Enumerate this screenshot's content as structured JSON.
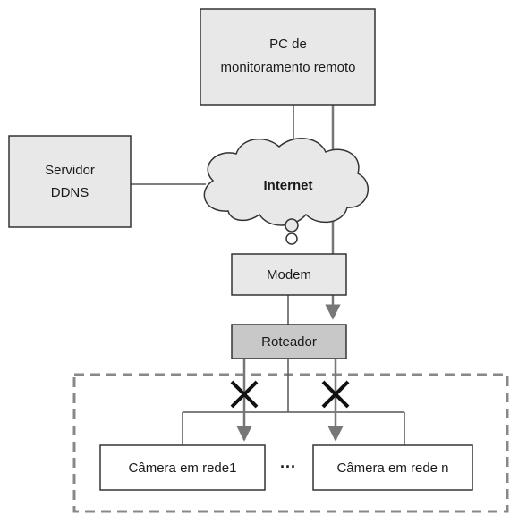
{
  "diagram": {
    "pc": {
      "line1": "PC de",
      "line2": "monitoramento remoto"
    },
    "ddns": {
      "line1": "Servidor",
      "line2": "DDNS"
    },
    "internet": {
      "label": "Internet"
    },
    "modem": {
      "label": "Modem"
    },
    "router": {
      "label": "Roteador"
    },
    "camera_1": {
      "label": "Câmera em rede1"
    },
    "camera_n": {
      "label": "Câmera em rede n"
    },
    "ellipsis": "···",
    "colors": {
      "box_fill": "#e8e8e8",
      "router_fill": "#c8c8c8",
      "camera_fill": "#ffffff",
      "line": "#555555",
      "arrow": "#777777",
      "cross": "#111111",
      "dashed_border": "#888888"
    }
  }
}
